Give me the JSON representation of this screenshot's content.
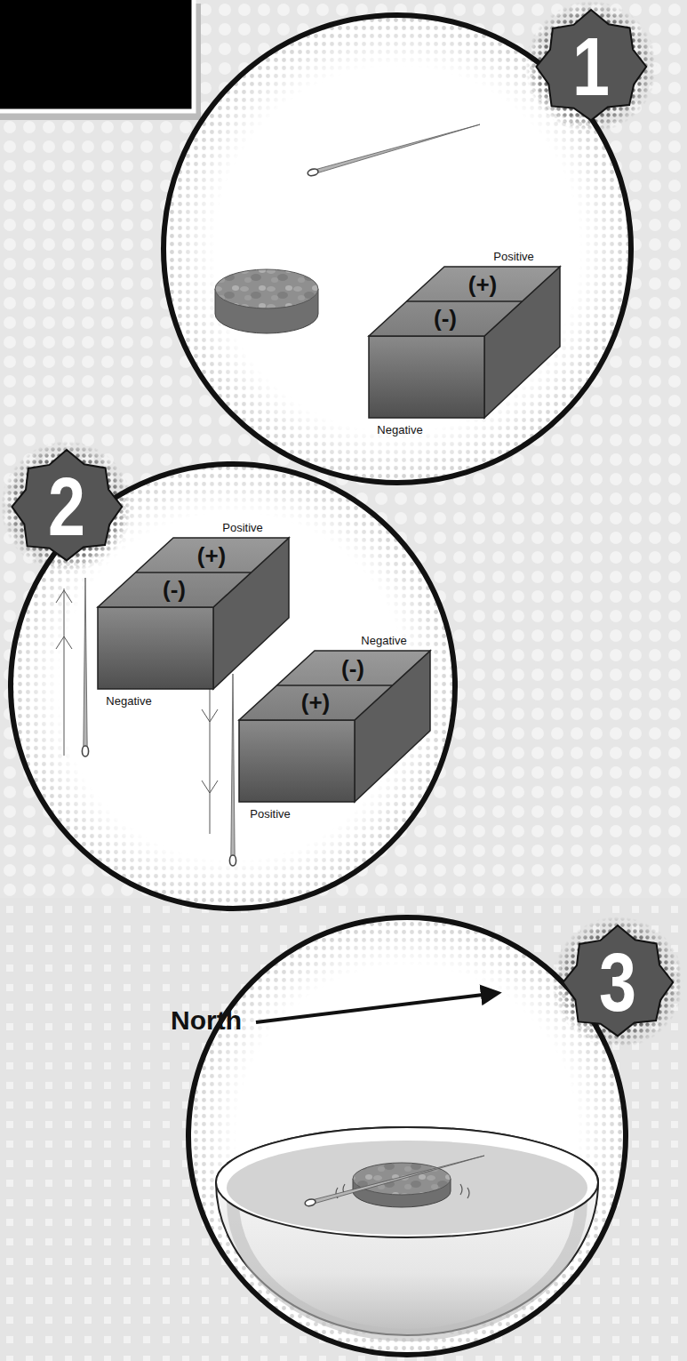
{
  "diagram": {
    "nodes": [
      {
        "text": [
          "1"
        ]
      },
      {
        "text": [
          "Positive",
          "(+)",
          "(-)",
          "Negative"
        ]
      },
      {
        "text": [
          "2"
        ]
      },
      {
        "text": [
          "Positive",
          "(+)",
          "(-)",
          "Negative"
        ]
      },
      {
        "text": [
          "Negative",
          "(-)",
          "(+)",
          "Positive"
        ]
      },
      {
        "text": [
          "3"
        ]
      }
    ],
    "labels": [
      "North"
    ]
  }
}
